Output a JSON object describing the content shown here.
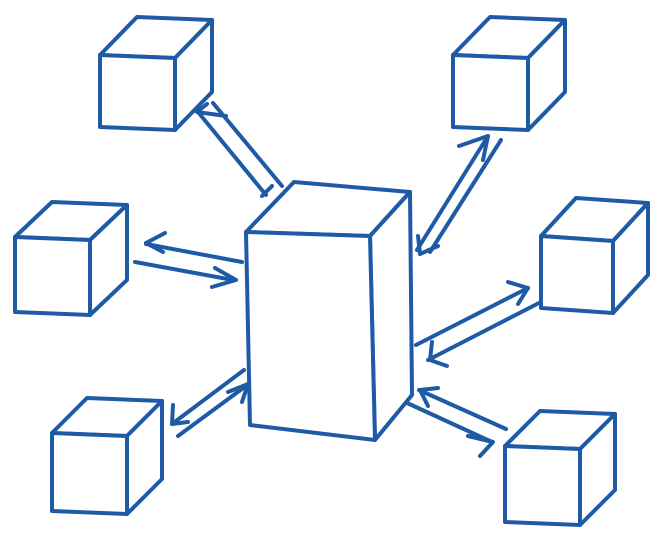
{
  "diagram": {
    "description_free": true,
    "stroke_color": "#1f5aa6",
    "background_color": "#ffffff",
    "hub": {
      "icon": "cube-icon"
    },
    "nodes": [
      {
        "position": "top-left",
        "icon": "cube-icon"
      },
      {
        "position": "top-right",
        "icon": "cube-icon"
      },
      {
        "position": "middle-left",
        "icon": "cube-icon"
      },
      {
        "position": "middle-right",
        "icon": "cube-icon"
      },
      {
        "position": "bottom-left",
        "icon": "cube-icon"
      },
      {
        "position": "bottom-right",
        "icon": "cube-icon"
      }
    ],
    "connections": [
      {
        "from": "hub",
        "to": "top-left",
        "type": "bidirectional-arrow"
      },
      {
        "from": "hub",
        "to": "top-right",
        "type": "bidirectional-arrow"
      },
      {
        "from": "hub",
        "to": "middle-left",
        "type": "bidirectional-arrow"
      },
      {
        "from": "hub",
        "to": "middle-right",
        "type": "bidirectional-arrow"
      },
      {
        "from": "hub",
        "to": "bottom-left",
        "type": "bidirectional-arrow"
      },
      {
        "from": "hub",
        "to": "bottom-right",
        "type": "bidirectional-arrow"
      }
    ]
  }
}
